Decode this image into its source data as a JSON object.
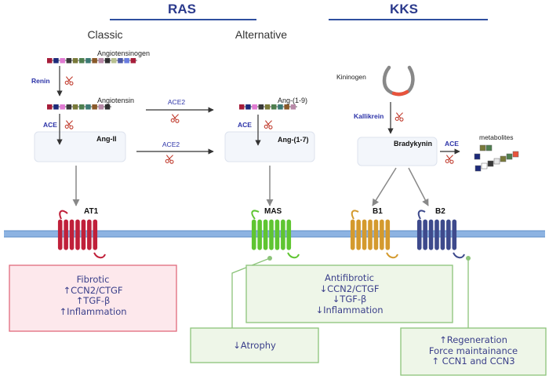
{
  "headers": {
    "ras": "RAS",
    "kks": "KKS"
  },
  "pathways": {
    "classic": "Classic",
    "alternative": "Alternative"
  },
  "molecules": {
    "angiotensinogen": "Angiotensinogen",
    "angiotensin": "Angiotensin",
    "ang_ii": "Ang-II",
    "ang_1_9": "Ang-(1-9)",
    "ang_1_7": "Ang-(1-7)",
    "kininogen": "Kininogen",
    "bradykinin": "Bradykynin",
    "metabolites": "metabolites"
  },
  "enzymes": {
    "renin": "Renin",
    "ace_1": "ACE",
    "ace2_top": "ACE2",
    "ace2_bottom": "ACE2",
    "ace_2": "ACE",
    "kallikrein": "Kallikrein",
    "ace_kks": "ACE"
  },
  "receptors": {
    "at1": "AT1",
    "mas": "MAS",
    "b1": "B1",
    "b2": "B2"
  },
  "effects": {
    "fibrotic": [
      "Fibrotic",
      "↑CCN2/CTGF",
      "↑TGF-β",
      "↑Inflammation"
    ],
    "antifibrotic": [
      "Antifibrotic",
      "↓CCN2/CTGF",
      "↓TGF-β",
      "↓Inflammation"
    ],
    "atrophy": [
      "↓Atrophy"
    ],
    "regeneration": [
      "↑Regeneration",
      "Force maintainance",
      "↑ CCN1 and CCN3"
    ]
  },
  "colors": {
    "header_line": "#2f4f9f",
    "header_text": "#2b3a8c",
    "enzyme_text": "#2c33a8",
    "membrane": "#8db3e2",
    "at1": "#c0203a",
    "mas": "#5fc531",
    "b1": "#d49a2e",
    "b2": "#3e4a8c",
    "fibrotic_fill": "#fde8ec",
    "fibrotic_border": "#e06a7c",
    "green_fill": "#eef6e8",
    "green_border": "#8cc47a"
  }
}
